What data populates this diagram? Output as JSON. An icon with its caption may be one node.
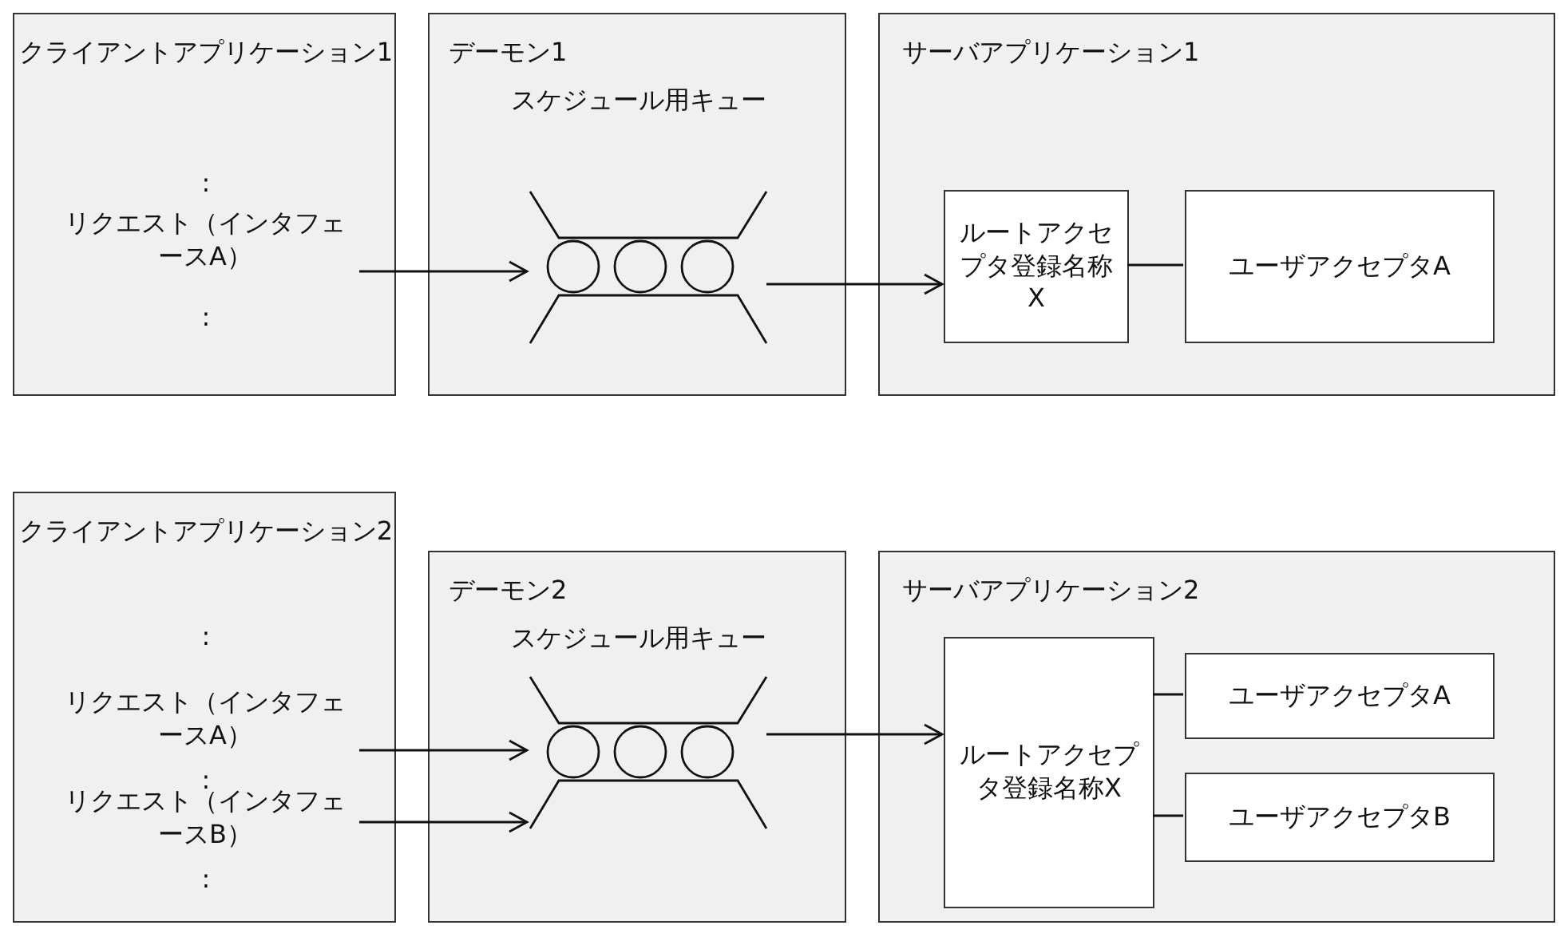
{
  "diagram": {
    "nodes": [
      {
        "text": [
          "クライアントアプリケーション1",
          ":",
          ":"
        ]
      },
      {
        "text": [
          "リクエスト（インタフェースA）"
        ],
        "in": 0
      },
      {
        "text": [
          "デーモン1",
          "スケジュール用キュー"
        ]
      },
      {
        "text": [],
        "shape": "picture",
        "in": 2
      },
      {
        "text": [
          "サーバアプリケーション1"
        ]
      },
      {
        "text": [
          "ルートアクセプタ登録名称X"
        ],
        "in": 4
      },
      {
        "text": [
          "ユーザアクセプタA"
        ],
        "in": 4
      },
      {
        "text": [
          "クライアントアプリケーション2",
          ":",
          ":",
          ":"
        ]
      },
      {
        "text": [
          "リクエスト（インタフェースA）"
        ],
        "in": 7
      },
      {
        "text": [
          "リクエスト（インタフェースB）"
        ],
        "in": 7
      },
      {
        "text": [
          "デーモン2",
          "スケジュール用キュー"
        ]
      },
      {
        "text": [],
        "shape": "picture",
        "in": 10
      },
      {
        "text": [
          "サーバアプリケーション2"
        ]
      },
      {
        "text": [
          "ルートアクセプタ登録名称X"
        ],
        "in": 12
      },
      {
        "text": [
          "ユーザアクセプタA"
        ],
        "in": 12
      },
      {
        "text": [
          "ユーザアクセプタB"
        ],
        "in": 12
      }
    ],
    "edges": [
      {
        "from": 1,
        "to": 3,
        "arrow": "to"
      },
      {
        "from": 3,
        "to": 5,
        "arrow": "to"
      },
      {
        "from": 5,
        "to": 6,
        "arrow": "none"
      },
      {
        "from": 8,
        "to": 11,
        "arrow": "to"
      },
      {
        "from": 9,
        "to": 11,
        "arrow": "to"
      },
      {
        "from": 11,
        "to": 13,
        "arrow": "to"
      },
      {
        "from": 13,
        "to": 14,
        "arrow": "none"
      },
      {
        "from": 13,
        "to": 15,
        "arrow": "none"
      }
    ]
  }
}
